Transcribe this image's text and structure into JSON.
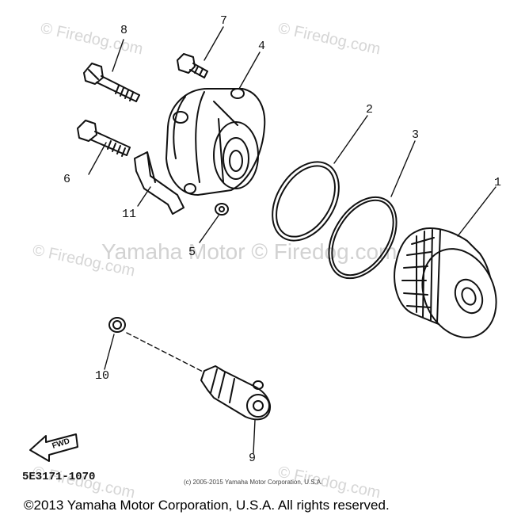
{
  "watermark": {
    "tile_text": "© Firedog.com",
    "brand_text": "Yamaha Motor © Firedog.com"
  },
  "parts": [
    "1",
    "2",
    "3",
    "4",
    "5",
    "6",
    "7",
    "8",
    "9",
    "10",
    "11"
  ],
  "fwd_label": "FWD",
  "diagram_code": "5E3171-1070",
  "small_copyright": "(c) 2005-2015 Yamaha Motor Corporation, U.S.A.",
  "footer": "©2013 Yamaha Motor Corporation, U.S.A. All rights reserved."
}
